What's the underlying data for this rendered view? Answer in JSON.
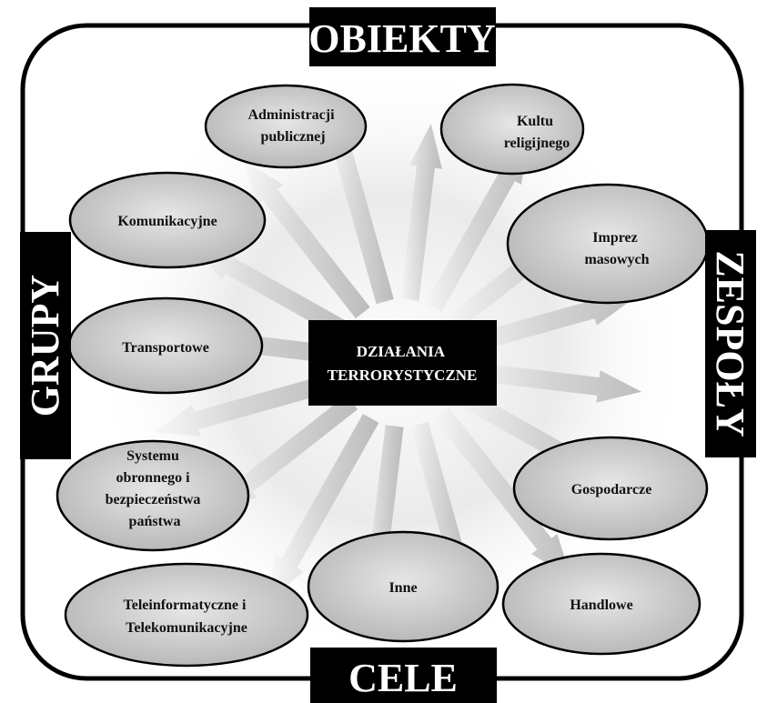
{
  "labels": {
    "top": "OBIEKTY",
    "bottom": "CELE",
    "left": "GRUPY",
    "right": "ZESPOŁY"
  },
  "center": {
    "line1": "DZIAŁANIA",
    "line2": "TERRORYSTYCZNE"
  },
  "ellipses": {
    "administracji": {
      "lines": [
        "Administracji",
        "publicznej"
      ]
    },
    "kultu": {
      "lines": [
        "Kultu",
        "religijnego"
      ]
    },
    "komunikacyjne": {
      "lines": [
        "Komunikacyjne"
      ]
    },
    "imprez": {
      "lines": [
        "Imprez",
        "masowych"
      ]
    },
    "transportowe": {
      "lines": [
        "Transportowe"
      ]
    },
    "systemu": {
      "lines": [
        "Systemu",
        "obronnego i",
        "bezpieczeństwa",
        "państwa"
      ]
    },
    "gospodarcze": {
      "lines": [
        "Gospodarcze"
      ]
    },
    "inne": {
      "lines": [
        "Inne"
      ]
    },
    "handlowe": {
      "lines": [
        "Handlowe"
      ]
    },
    "teleinformatyczne": {
      "lines": [
        "Teleinformatyczne i",
        "Telekomunikacyjne"
      ]
    }
  },
  "colors": {
    "frame": "#000000",
    "label_bg": "#000000",
    "label_text": "#ffffff",
    "ellipse_fill": "#d4d4d4",
    "arrow": "#9a9a9a"
  }
}
